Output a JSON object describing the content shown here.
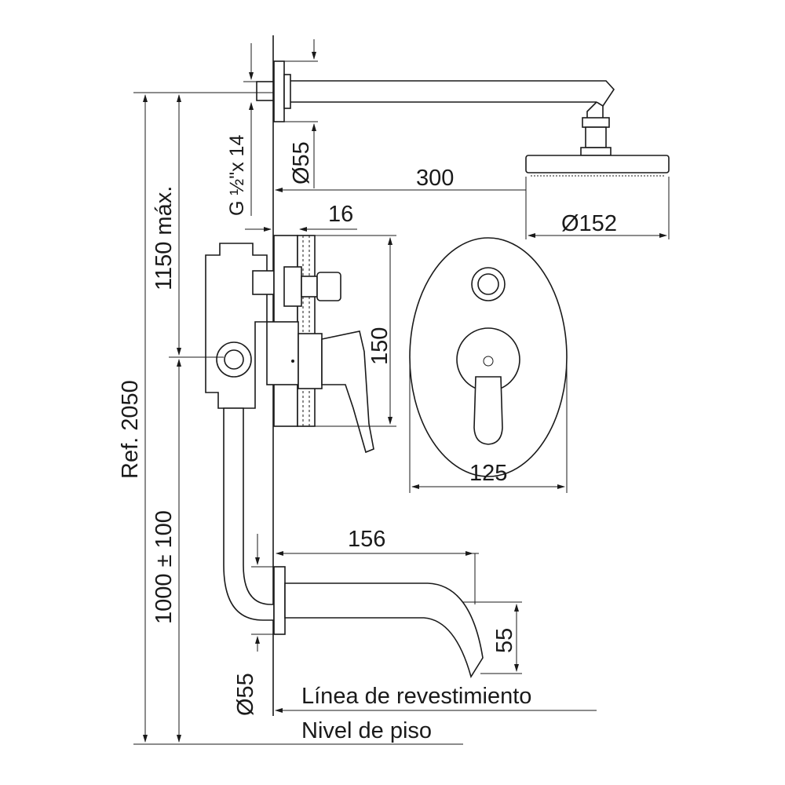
{
  "dimensions": {
    "arm_length": "300",
    "head_diameter": "Ø152",
    "top_flange_diameter": "Ø55",
    "thread": "G ½\"x 14",
    "depth": "16",
    "max_height": "1150 máx.",
    "ref_height": "Ref. 2050",
    "valve_height": "1000 ± 100",
    "plate_height": "150",
    "plate_width": "125",
    "spout_length": "156",
    "spout_drop": "55",
    "spout_flange_diameter": "Ø55"
  },
  "labels": {
    "wall_line": "Línea de revestimiento",
    "floor_level": "Nivel de piso"
  }
}
